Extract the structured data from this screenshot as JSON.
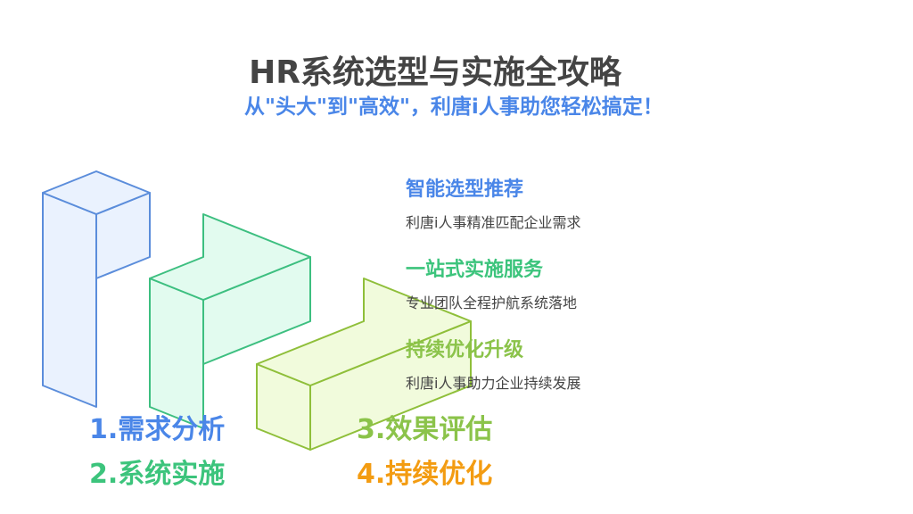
{
  "title": "HR系统选型与实施全攻略",
  "subtitle": "从\"头大\"到\"高效\"，利唐i人事助您轻松搞定！",
  "features": [
    {
      "heading": "智能选型推荐",
      "desc": "利唐i人事精准匹配企业需求",
      "color": "#4a86e8"
    },
    {
      "heading": "一站式实施服务",
      "desc": "专业团队全程护航系统落地",
      "color": "#3cc47c"
    },
    {
      "heading": "持续优化升级",
      "desc": "利唐i人事助力企业持续发展",
      "color": "#8bc34a"
    }
  ],
  "steps": [
    {
      "label": "1.需求分析",
      "color": "#4a86e8"
    },
    {
      "label": "2.系统实施",
      "color": "#3cc47c"
    },
    {
      "label": "3.效果评估",
      "color": "#8bc34a"
    },
    {
      "label": "4.持续优化",
      "color": "#f39c12"
    }
  ]
}
